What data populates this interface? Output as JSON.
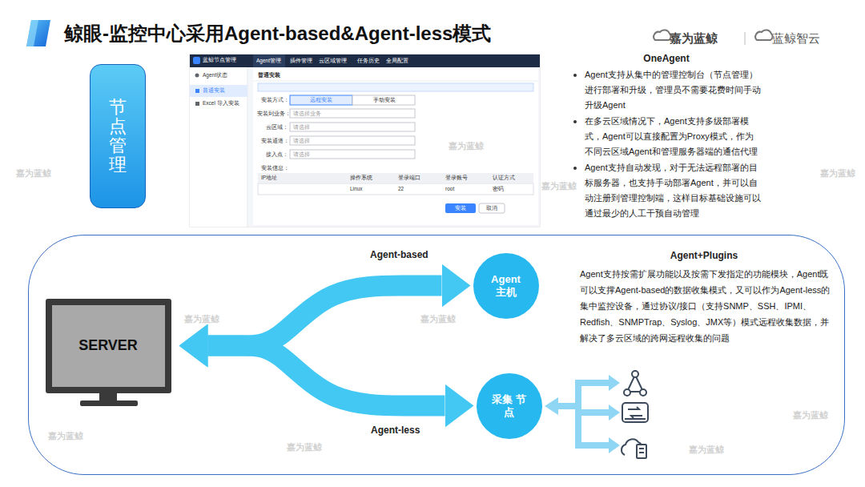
{
  "diagram": {
    "title": "鲸眼-监控中心采用Agent-based&Agent-less模式",
    "nodes": [
      {
        "text": [
          "节点管理"
        ]
      },
      {
        "text": [
          "Agent+Plugins",
          "Agent支持按需扩展功能以及按需下发指定的功能模块，Agent既可以支撑Agent-based的数据收集模式，又可以作为Agent-less的集中监控设备，通过协议/接口（支持SNMP、SSH、IPMI、Redfish、SNMPTrap、Syslog、JMX等）模式远程收集数据，并解决了多云区域的跨网远程收集的问题"
        ]
      },
      {
        "text": [
          "SERVER"
        ],
        "in": 1
      },
      {
        "text": [
          "Agent 主机"
        ],
        "in": 1
      },
      {
        "text": [
          "采集 节点"
        ],
        "in": 1
      }
    ],
    "edges": [
      {
        "from": 2,
        "to": 3,
        "label": "Agent-based",
        "arrow": "both"
      },
      {
        "from": 2,
        "to": 4,
        "label": "Agent-less",
        "arrow": "both"
      }
    ],
    "labels": [
      "嘉为蓝鲸",
      "蓝鲸智云",
      "OneAgent",
      "Agent支持从集中的管理控制台（节点管理）进行部署和升级，管理员不需要花费时间手动升级Agent",
      "在多云区域情况下，Agent支持多级部署模式，Agent可以直接配置为Proxy模式，作为不同云区域Agent和管理服务器端的通信代理",
      "Agent支持自动发现，对于无法远程部署的目标服务器，也支持手动部署Agent，并可以自动注册到管理控制端，这样目标基础设施可以通过最少的人工干预自动管理",
      "蓝鲸节点管理",
      "Agent管理",
      "插件管理",
      "云区域管理",
      "任务历史",
      "全局配置",
      "Agent状态",
      "普通安装",
      "Excel 导入安装",
      "普通安装",
      "安装方式：",
      "远程安装",
      "手动安装",
      "安装到业务：",
      "请选择业务",
      "云区域：",
      "请选择",
      "安装通道：",
      "请选择",
      "接入点：",
      "请选择",
      "安装信息：",
      "IP地址",
      "操作系统",
      "登录端口",
      "登录账号",
      "认证方式",
      "Linux",
      "22",
      "root",
      "密码",
      "安装",
      "取消",
      "嘉为蓝鲸",
      "嘉为蓝鲸",
      "嘉为蓝鲸",
      "嘉为蓝鲸",
      "嘉为蓝鲸",
      "嘉为蓝鲸",
      "嘉为蓝鲸",
      "嘉为蓝鲸",
      "嘉为蓝鲸",
      "嘉为蓝鲸"
    ]
  }
}
